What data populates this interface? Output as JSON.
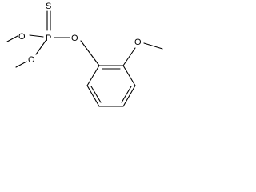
{
  "molecule": {
    "atoms": {
      "S": "S",
      "P": "P",
      "O_methoxy_top": "O",
      "O_methoxy_bottom": "O",
      "O_ester": "O",
      "O_ring_methoxy": "O"
    }
  }
}
